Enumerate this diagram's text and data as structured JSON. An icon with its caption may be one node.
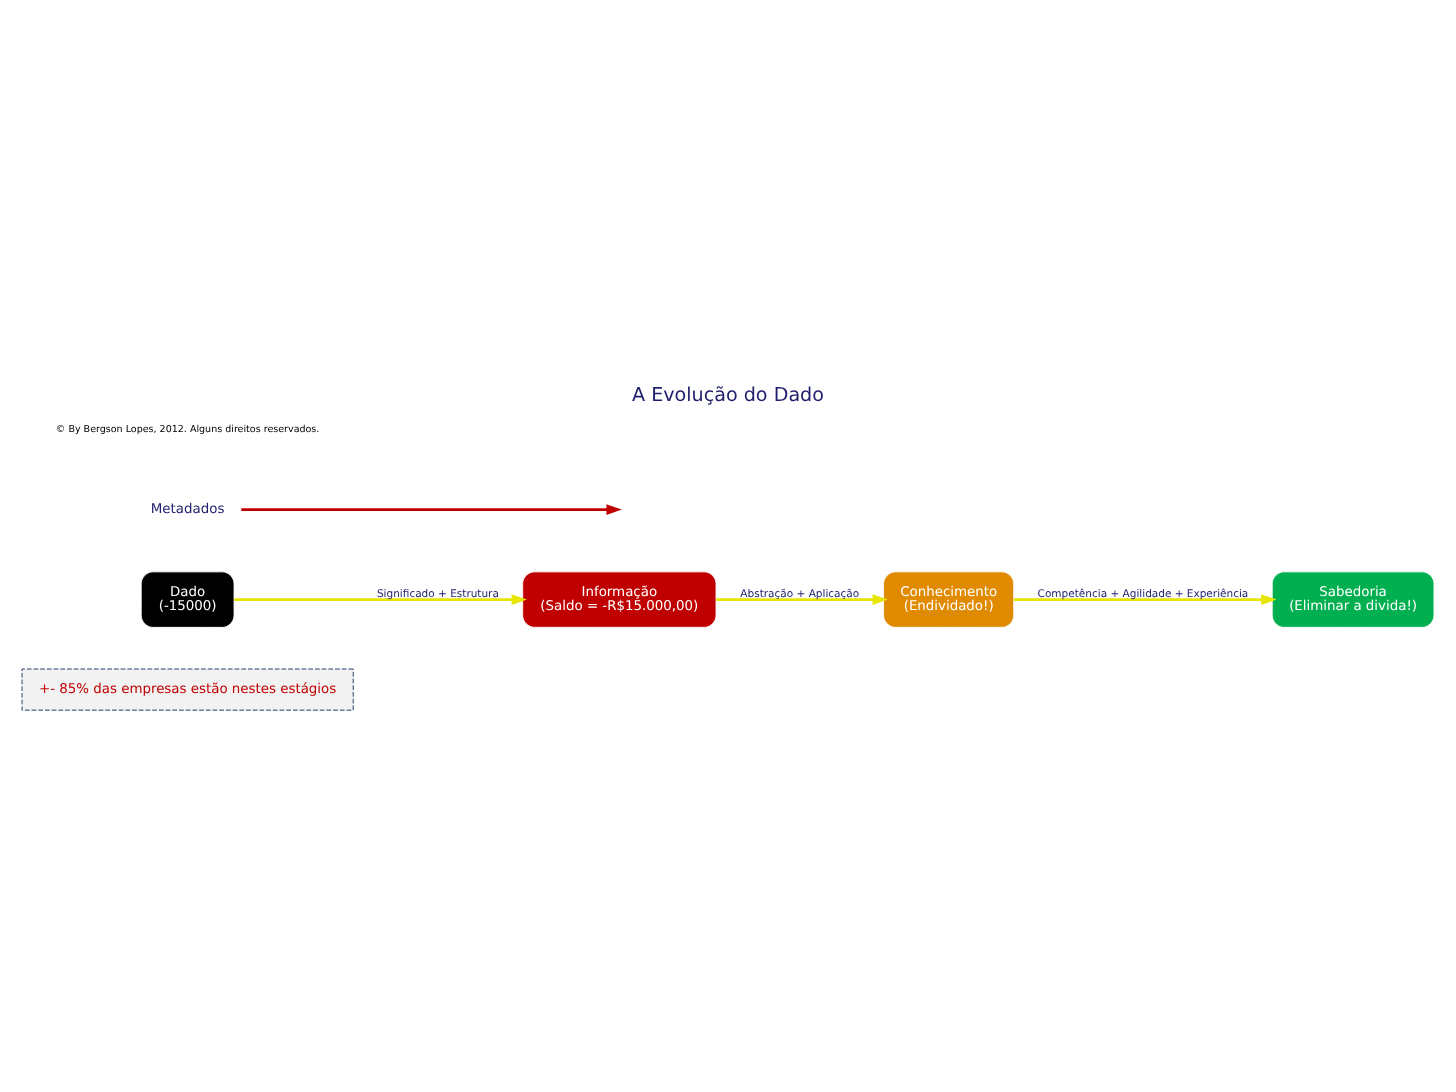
{
  "diagram": {
    "title": "A Evolução do Dado",
    "nodes": [
      {
        "text": [
          "+- 85% das empresas estão nestes estágios"
        ]
      },
      {
        "text": [
          "Dado",
          "(-15000)"
        ]
      },
      {
        "text": [
          "Informação",
          "(Saldo = -R$15.000,00)"
        ]
      },
      {
        "text": [
          "Conhecimento",
          "(Endividado!)"
        ]
      },
      {
        "text": [
          "Sabedoria",
          "(Eliminar a divida!)"
        ]
      },
      {
        "text": [
          "Metadados"
        ]
      }
    ],
    "edges": [
      {
        "from": 5,
        "to": null,
        "arrow": "to",
        "color": "#c00000"
      },
      {
        "from": 1,
        "to": 2,
        "arrow": "to",
        "label": "Significado + Estrutura"
      },
      {
        "from": 2,
        "to": 3,
        "arrow": "to",
        "label": "Abstração + Aplicação"
      },
      {
        "from": 3,
        "to": 4,
        "arrow": "to",
        "label": "Competência + Agilidade + Experiência"
      }
    ],
    "labels": [
      "© By Bergson Lopes, 2012. Alguns direitos reservados."
    ]
  }
}
